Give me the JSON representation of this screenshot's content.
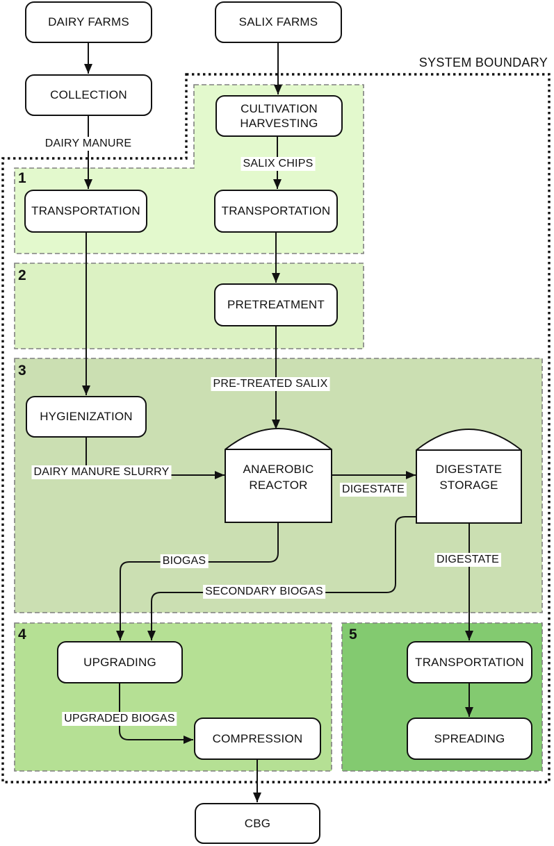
{
  "boundary": {
    "label": "SYSTEM BOUNDARY"
  },
  "zones": [
    {
      "number": "1",
      "color": "#e3f9cd"
    },
    {
      "number": "2",
      "color": "#dcf2c3"
    },
    {
      "number": "3",
      "color": "#cbdfb2"
    },
    {
      "number": "4",
      "color": "#b5e094"
    },
    {
      "number": "5",
      "color": "#83ca70"
    }
  ],
  "boxes": {
    "dairy_farms": "DAIRY FARMS",
    "salix_farms": "SALIX FARMS",
    "collection": "COLLECTION",
    "cultivation": {
      "line1": "CULTIVATION",
      "line2": "HARVESTING"
    },
    "transportation_manure": "TRANSPORTATION",
    "transportation_salix": "TRANSPORTATION",
    "pretreatment": "PRETREATMENT",
    "hygienization": "HYGIENIZATION",
    "anaerobic_reactor": {
      "line1": "ANAEROBIC",
      "line2": "REACTOR"
    },
    "digestate_storage": {
      "line1": "DIGESTATE",
      "line2": "STORAGE"
    },
    "upgrading": "UPGRADING",
    "compression": "COMPRESSION",
    "transportation_digestate": "TRANSPORTATION",
    "spreading": "SPREADING",
    "cbg": "CBG"
  },
  "flow_labels": {
    "dairy_manure": "DAIRY MANURE",
    "salix_chips": "SALIX CHIPS",
    "pretreated_salix": "PRE-TREATED SALIX",
    "dairy_manure_slurry": "DAIRY MANURE SLURRY",
    "digestate": "DIGESTATE",
    "biogas": "BIOGAS",
    "secondary_biogas": "SECONDARY BIOGAS",
    "upgraded_biogas": "UPGRADED BIOGAS"
  }
}
